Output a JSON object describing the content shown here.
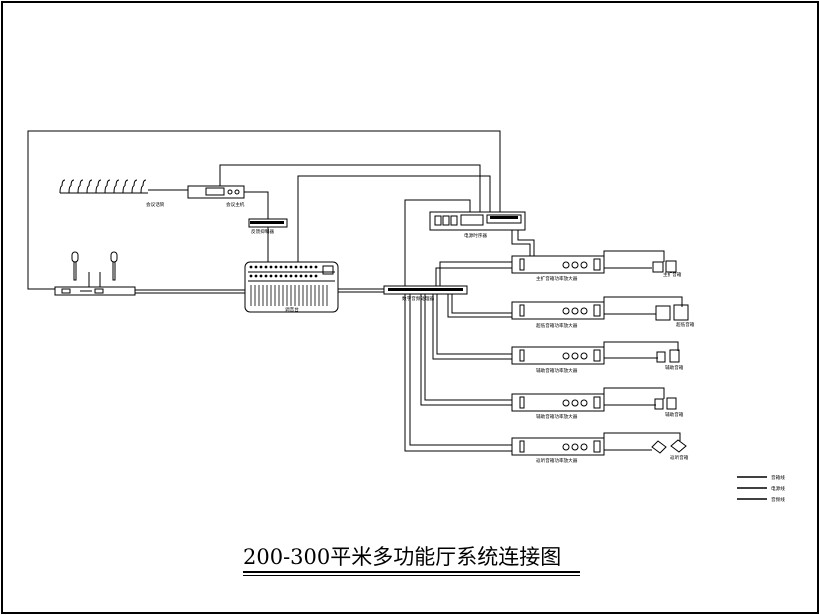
{
  "title": "200-300平米多功能厅系统连接图",
  "labels": {
    "conference_mic": "会议话筒",
    "conference_host": "会议主机",
    "feedback_suppressor": "反馈抑制器",
    "mixer": "调音台",
    "power_sequencer": "电源时序器",
    "processor": "数字音频处理器",
    "amp_main": "主扩音箱功率放大器",
    "amp_sub": "超低音箱功率放大器",
    "amp_aux1": "辅助音箱功率放大器",
    "amp_aux2": "辅助音箱功率放大器",
    "amp_return": "返听音箱功率放大器",
    "spk_main": "主扩音箱",
    "spk_sub": "超低音箱",
    "spk_aux1": "辅助音箱",
    "spk_aux2": "辅助音箱",
    "spk_return": "返听音箱"
  },
  "legend": [
    {
      "label": "音箱线"
    },
    {
      "label": "电源线"
    },
    {
      "label": "音频线"
    }
  ]
}
